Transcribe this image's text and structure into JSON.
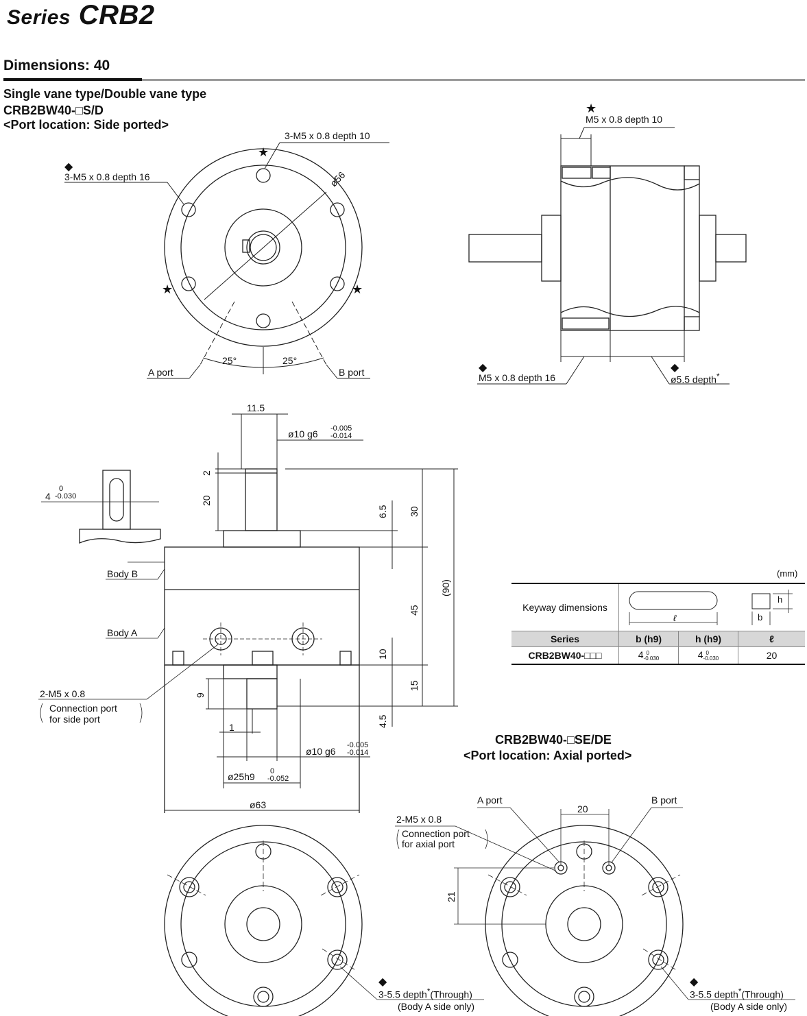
{
  "header": {
    "series_word": "Series",
    "series_name": "CRB2",
    "section_title": "Dimensions: 40"
  },
  "side_ported": {
    "type_line": "Single vane type/Double vane type",
    "model": "CRB2BW40-□S/D",
    "port_location": "<Port location: Side ported>"
  },
  "axial_ported": {
    "model": "CRB2BW40-□SE/DE",
    "port_location": "<Port location: Axial ported>"
  },
  "front_view": {
    "tap_star": "3-M5 x 0.8 depth 10",
    "tap_diamond": "3-M5 x 0.8 depth 16",
    "diameter": "ø56",
    "angle_left": "25°",
    "angle_right": "25°",
    "port_a": "A port",
    "port_b": "B port",
    "star": "★",
    "diamond": "◆"
  },
  "side_view": {
    "tap_star": "M5 x 0.8 depth 10",
    "tap_diamond": "M5 x 0.8 depth 16",
    "bore": "ø5.5 depth",
    "asterisk": "*"
  },
  "main_view": {
    "dim_11_5": "11.5",
    "shaft_top": "ø10 g6",
    "tol_top_upper": "-0.005",
    "tol_top_lower": "-0.014",
    "dim_2": "2",
    "dim_20": "20",
    "dim_6_5": "6.5",
    "dim_30": "30",
    "dim_90": "(90)",
    "dim_45": "45",
    "dim_10": "10",
    "dim_15": "15",
    "dim_9": "9",
    "dim_4_5": "4.5",
    "dim_1": "1",
    "shaft_bottom": "ø10 g6",
    "tol_bot_upper": "-0.005",
    "tol_bot_lower": "-0.014",
    "boss": "ø25h9",
    "boss_tol_upper": "0",
    "boss_tol_lower": "-0.052",
    "body_dia": "ø63",
    "body_b": "Body B",
    "body_a": "Body A",
    "port_thread": "2-M5 x 0.8",
    "port_note1": "Connection port",
    "port_note2": "for side port",
    "key_width": "4",
    "key_tol_upper": "0",
    "key_tol_lower": "-0.030"
  },
  "keyway": {
    "unit": "(mm)",
    "label": "Keyway dimensions",
    "sketch_l": "ℓ",
    "sketch_b": "b",
    "sketch_h": "h",
    "headers": [
      "Series",
      "b (h9)",
      "h (h9)",
      "ℓ"
    ],
    "row": {
      "series": "CRB2BW40-□□□",
      "b": "4",
      "b_tol_upper": "0",
      "b_tol_lower": "-0.030",
      "h": "4",
      "h_tol_upper": "0",
      "h_tol_lower": "-0.030",
      "l": "20"
    }
  },
  "bottom_left": {
    "hole": "3-5.5 depth",
    "asterisk": "*",
    "through": "(Through)",
    "note": "(Body A side only)",
    "diamond": "◆"
  },
  "bottom_right": {
    "port_a": "A port",
    "port_b": "B port",
    "dim_20": "20",
    "dim_21": "21",
    "port_thread": "2-M5 x 0.8",
    "port_note1": "Connection port",
    "port_note2": "for axial port",
    "hole": "3-5.5 depth",
    "asterisk": "*",
    "through": "(Through)",
    "note": "(Body A side only)",
    "diamond": "◆"
  }
}
